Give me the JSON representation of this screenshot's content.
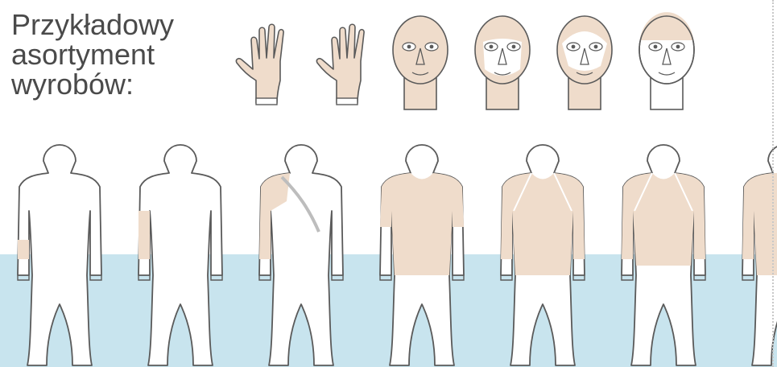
{
  "heading": {
    "line1": "Przykładowy",
    "line2": "asortyment",
    "line3": "wyrobów:"
  },
  "colors": {
    "skin": "#efdccb",
    "water": "#c8e4ee",
    "outline": "#5a5a5a",
    "text": "#4a4a4a",
    "divider": "#c8c8c8"
  },
  "items": {
    "hands": [
      "hand-prosthesis",
      "hand-prosthesis"
    ],
    "heads": [
      "full-face-mask",
      "face-mask",
      "face-mask-open",
      "head-cap"
    ],
    "bodies": [
      "hand-glove-low",
      "forearm-sleeve",
      "arm-shoulder-sleeve",
      "upper-body-vest",
      "full-upper-body",
      "upper-body-arms",
      "partial-upper-body"
    ]
  }
}
